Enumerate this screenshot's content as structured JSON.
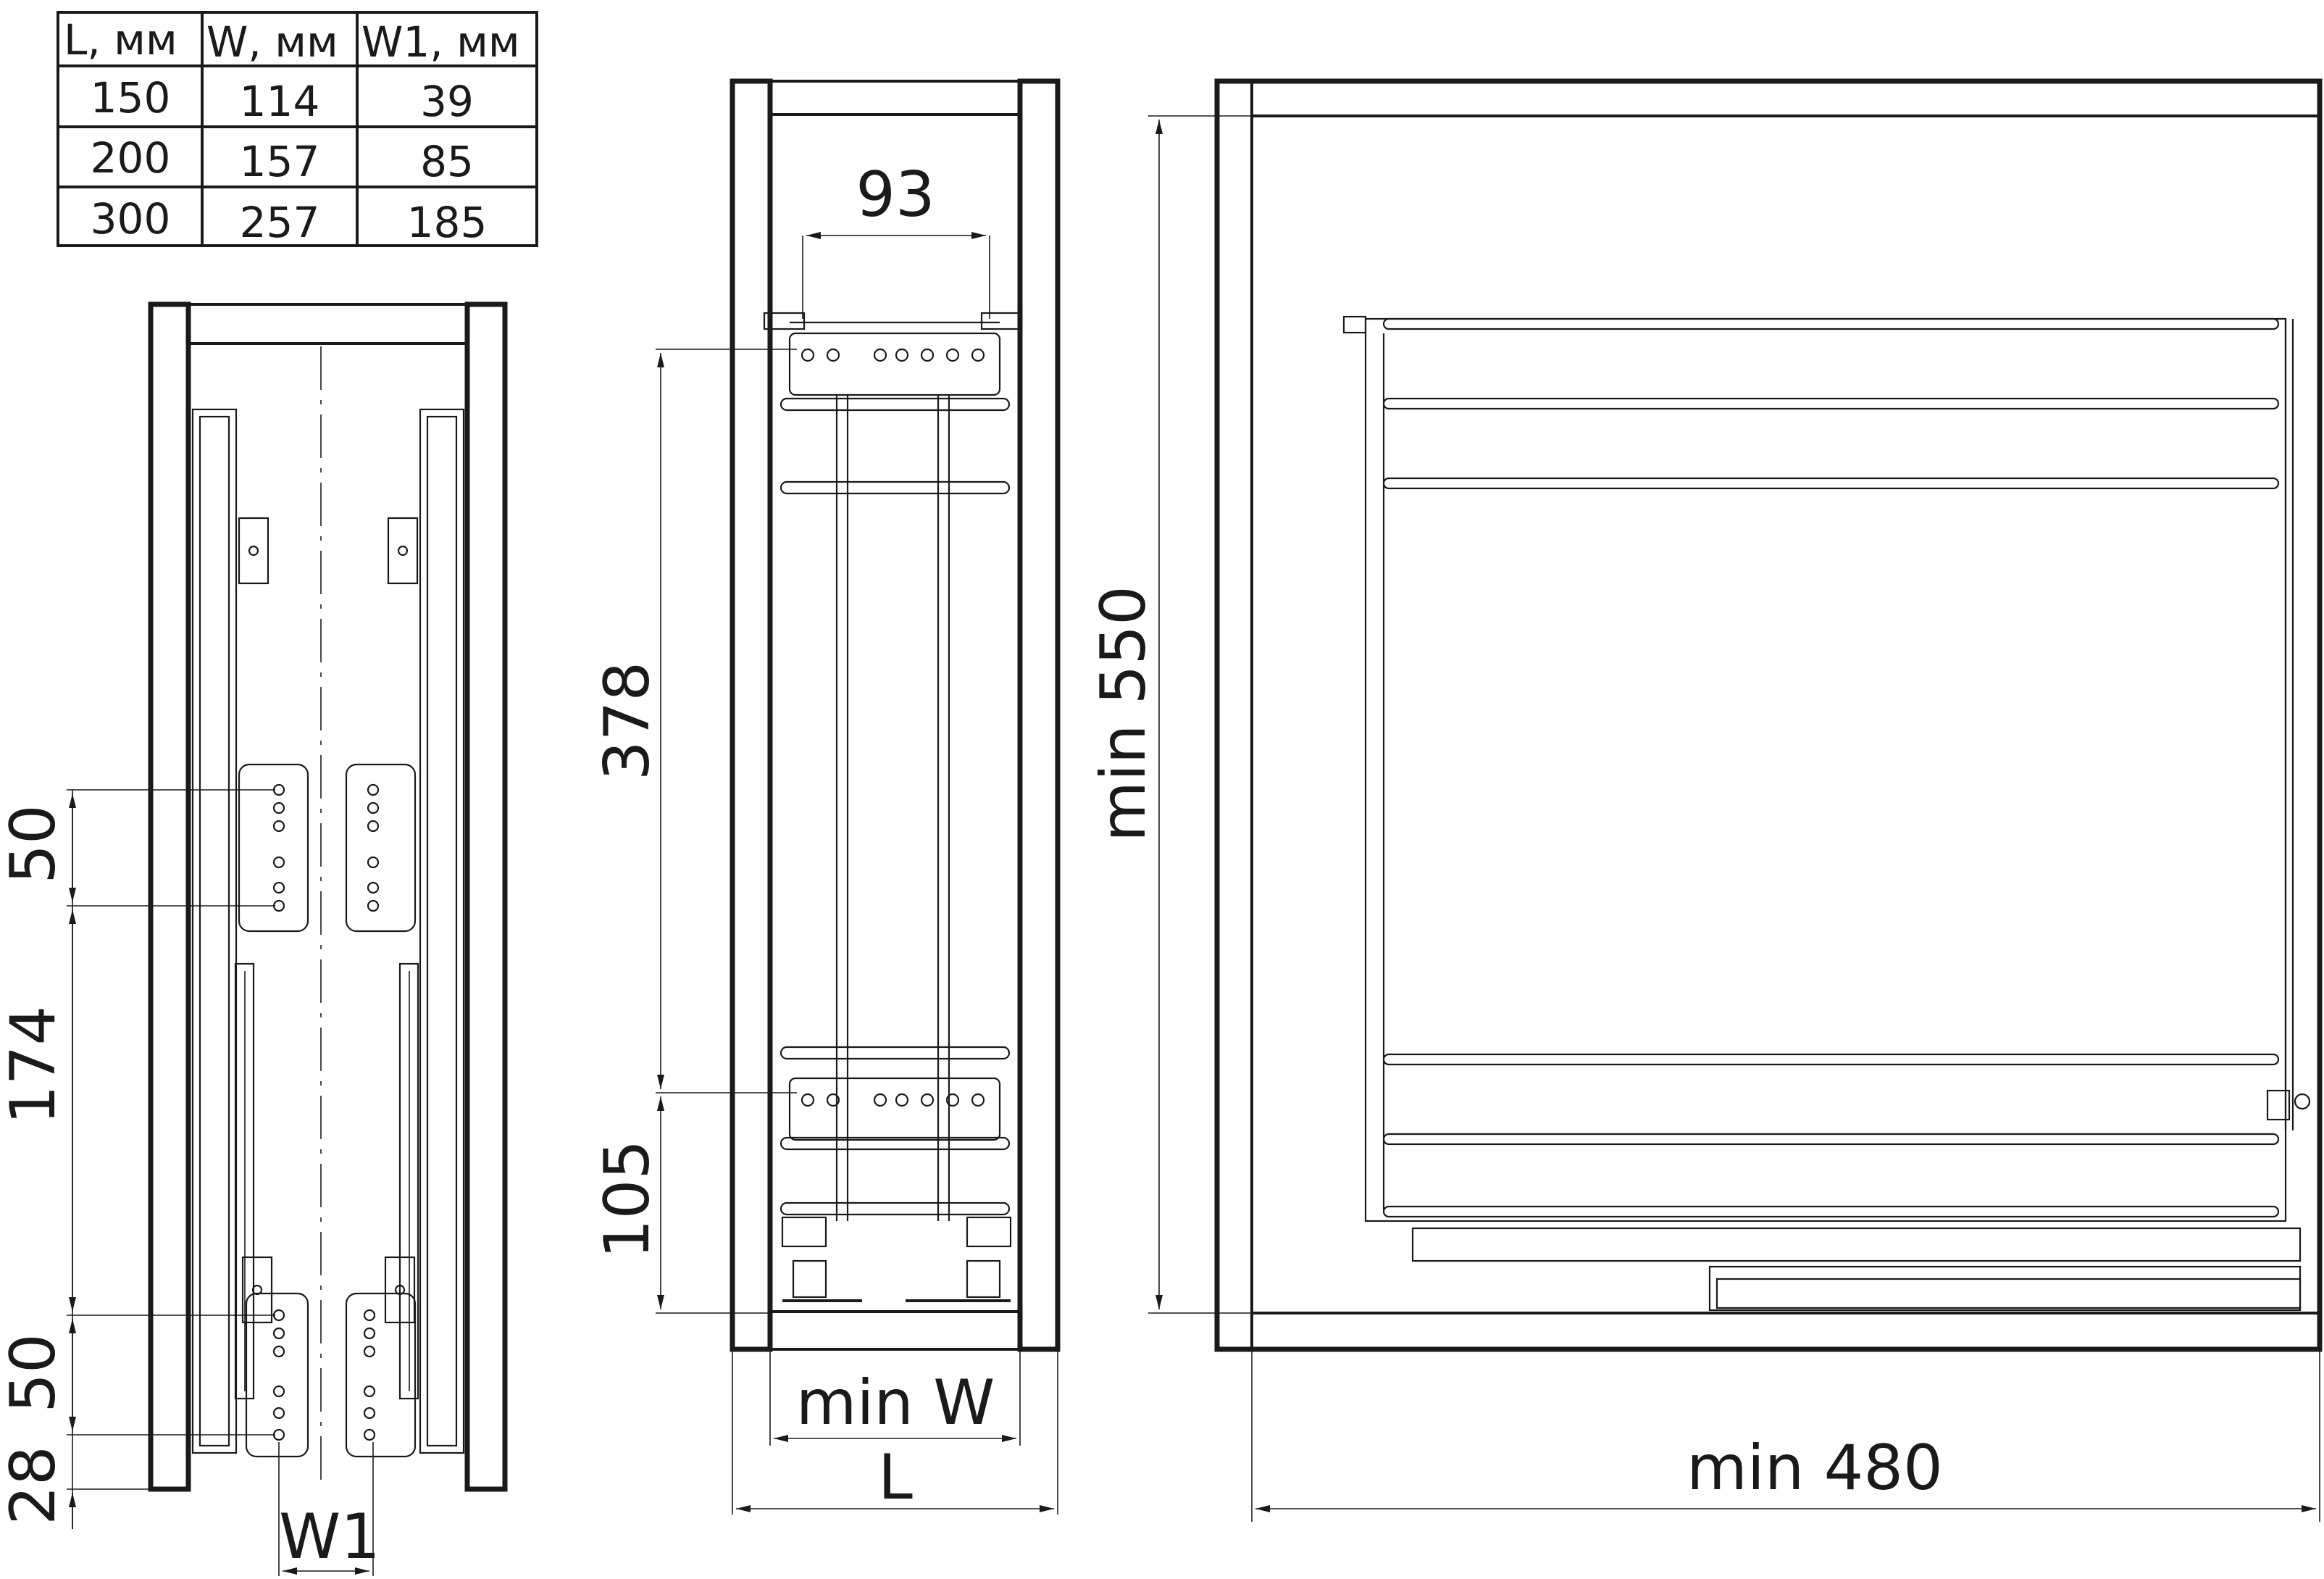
{
  "table": {
    "headers": [
      "L, мм",
      "W, мм",
      "W1, мм"
    ],
    "rows": [
      [
        "150",
        "114",
        "39"
      ],
      [
        "200",
        "157",
        "85"
      ],
      [
        "300",
        "257",
        "185"
      ]
    ]
  },
  "dimensions": {
    "top_width": "93",
    "height_378": "378",
    "height_105": "105",
    "min_w": "min W",
    "l": "L",
    "min_550": "min 550",
    "min_480": "min 480",
    "side_50_top": "50",
    "side_174": "174",
    "side_50_bottom": "50",
    "side_28": "28",
    "w1": "W1"
  },
  "colors": {
    "ink": "#1a1a1a",
    "background": "#ffffff"
  }
}
